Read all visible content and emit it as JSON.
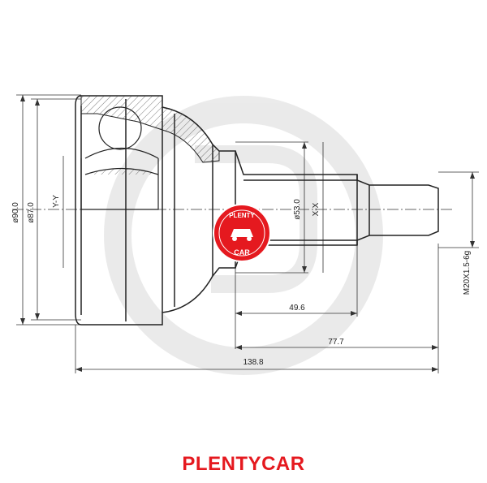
{
  "drawing": {
    "dimensions": {
      "dia_outer": "ø90.0",
      "dia_inner": "ø87.0",
      "axis_y": "Y-Y",
      "dia_shaft": "ø53.0",
      "axis_x": "X-X",
      "thread": "M20X1.5-6g",
      "len_shaft": "49.6",
      "len_stub": "77.7",
      "len_total": "138.8"
    },
    "logo": {
      "text_top": "PLENTY",
      "text_bottom": "CAR"
    }
  },
  "brand": {
    "name": "PLENTYCAR",
    "color": "#e5191f"
  }
}
